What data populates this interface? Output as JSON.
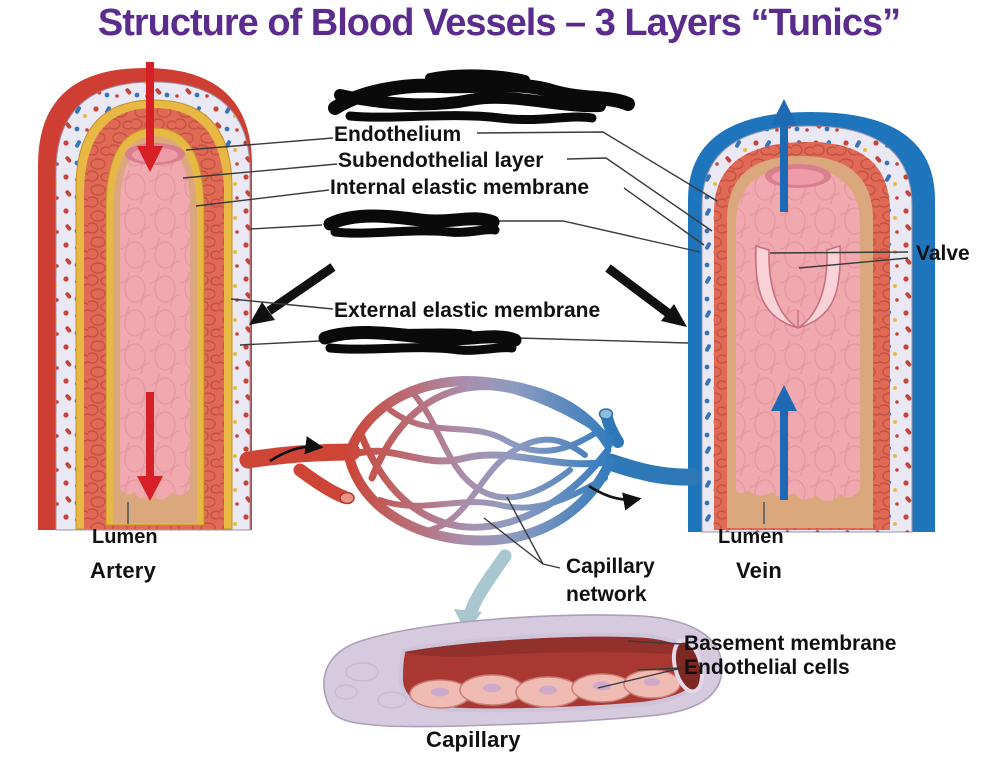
{
  "title": {
    "text": "Structure of Blood Vessels – 3 Layers “Tunics”",
    "color": "#5B2C8E"
  },
  "labels": {
    "endothelium": "Endothelium",
    "subendothelial_layer": "Subendothelial layer",
    "internal_elastic_membrane": "Internal elastic membrane",
    "external_elastic_membrane": "External elastic membrane",
    "valve": "Valve",
    "artery_lumen": "Lumen",
    "artery": "Artery",
    "vein_lumen": "Lumen",
    "vein": "Vein",
    "capillary_network_line1": "Capillary",
    "capillary_network_line2": "network",
    "basement_membrane": "Basement membrane",
    "endothelial_cells": "Endothelial cells",
    "capillary": "Capillary"
  },
  "redacted_labels": [
    "scribble-top",
    "scribble-middle",
    "scribble-lower"
  ],
  "flow_arrows": {
    "artery_direction": "down",
    "vein_direction": "up",
    "artery_color": "#D71F26",
    "vein_color": "#1D69B4"
  },
  "colors": {
    "title_purple": "#5B2C8E",
    "artery_wall_red": "#CE3E33",
    "vein_wall_blue": "#1E75BC",
    "elastic_membrane_yellow": "#E8B844",
    "smooth_muscle": "#E06A55",
    "lumen_pink": "#F1A9B0",
    "tunica_externa": "#EAE8F3",
    "capillary_outer": "#D6CADF",
    "capillary_interior": "#A93732",
    "zoom_arrow_teal": "#A9C7D0"
  }
}
